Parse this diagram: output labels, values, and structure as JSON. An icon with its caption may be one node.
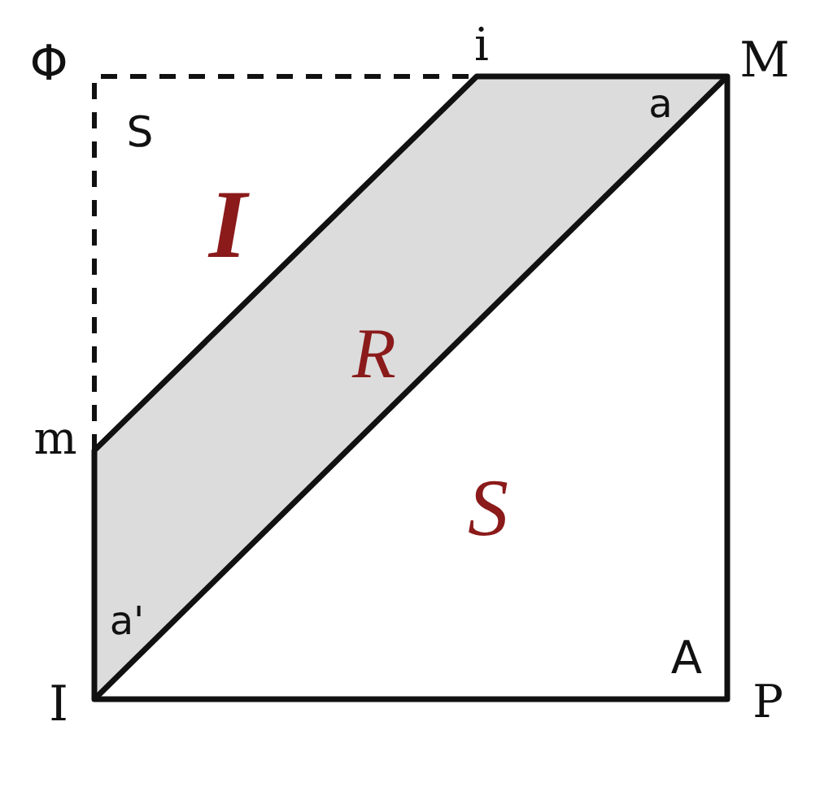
{
  "diagram": {
    "labels": [
      "Φ",
      "i",
      "M",
      "S",
      "a",
      "I",
      "R",
      "m",
      "S",
      "a'",
      "A",
      "I",
      "P"
    ]
  }
}
